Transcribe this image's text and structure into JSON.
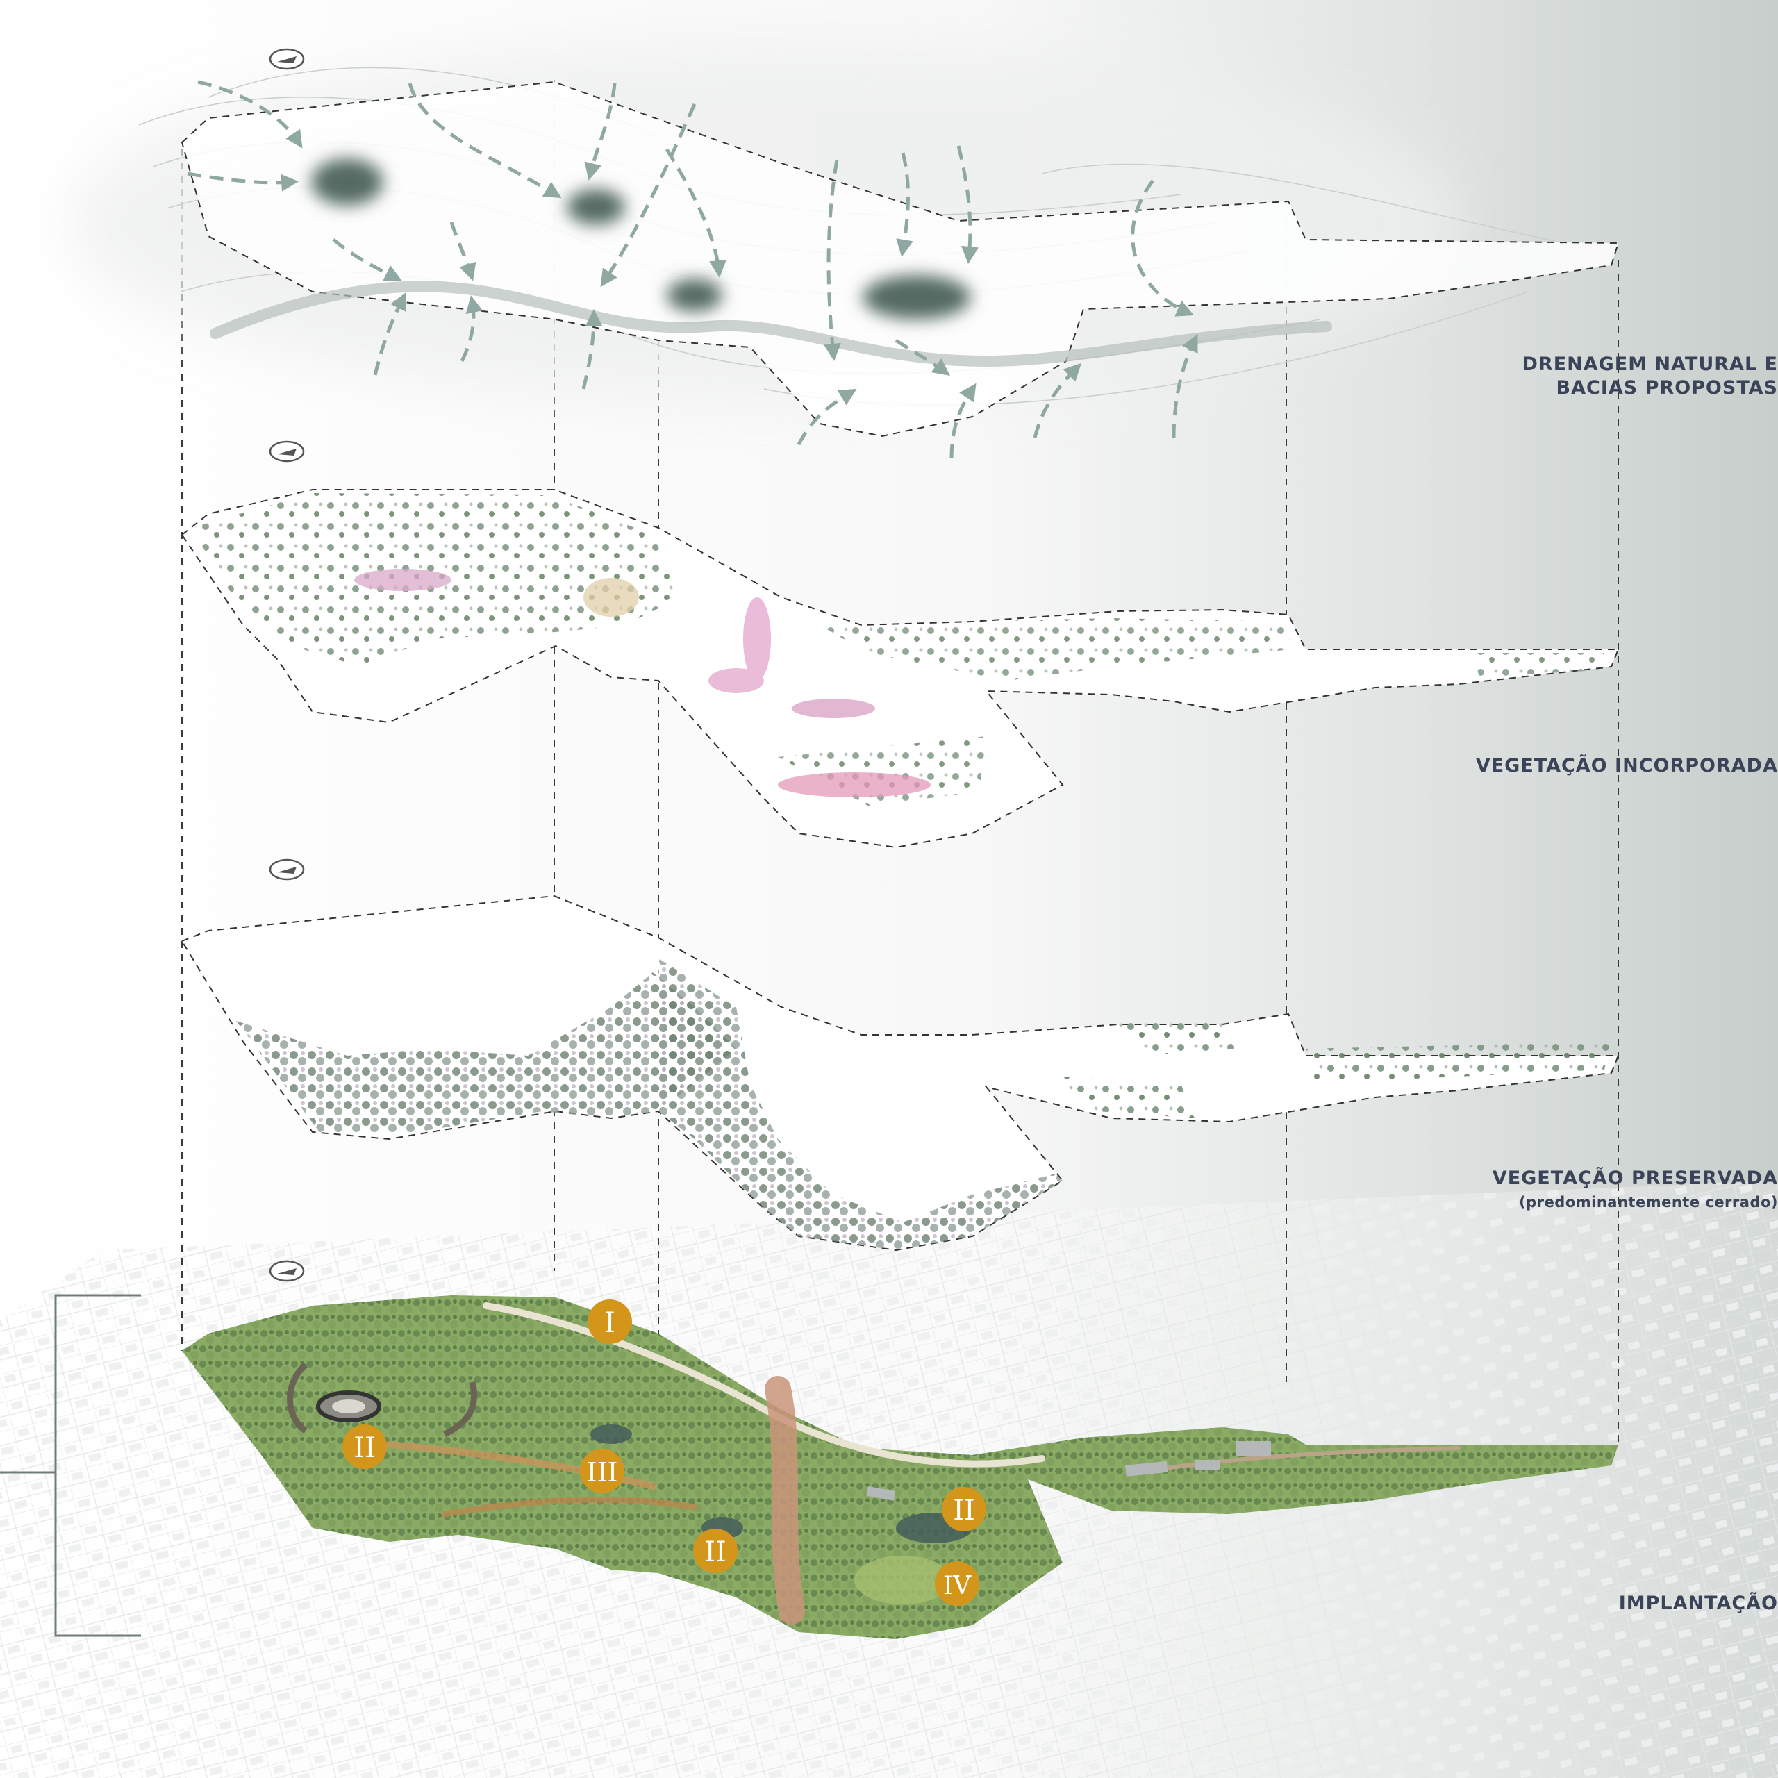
{
  "layers": [
    {
      "title_line1": "DRENAGEM NATURAL E",
      "title_line2": "BACIAS PROPOSTAS"
    },
    {
      "title": "VEGETAÇÃO INCORPORADA"
    },
    {
      "title": "VEGETAÇÃO PRESERVADA",
      "subtitle": "(predominantemente cerrado)"
    },
    {
      "title": "IMPLANTAÇÃO"
    }
  ],
  "markers": [
    "I",
    "II",
    "III",
    "II",
    "II",
    "IV"
  ],
  "colors": {
    "accent_marker": "#d4961a",
    "drainage_arrow": "#8fa8a1",
    "basin": "#556b63",
    "vegetation": "#6b8a55",
    "label_text": "#3b4358",
    "frame_line": "#6f7d79"
  },
  "icons": [
    "north-arrow-icon"
  ]
}
